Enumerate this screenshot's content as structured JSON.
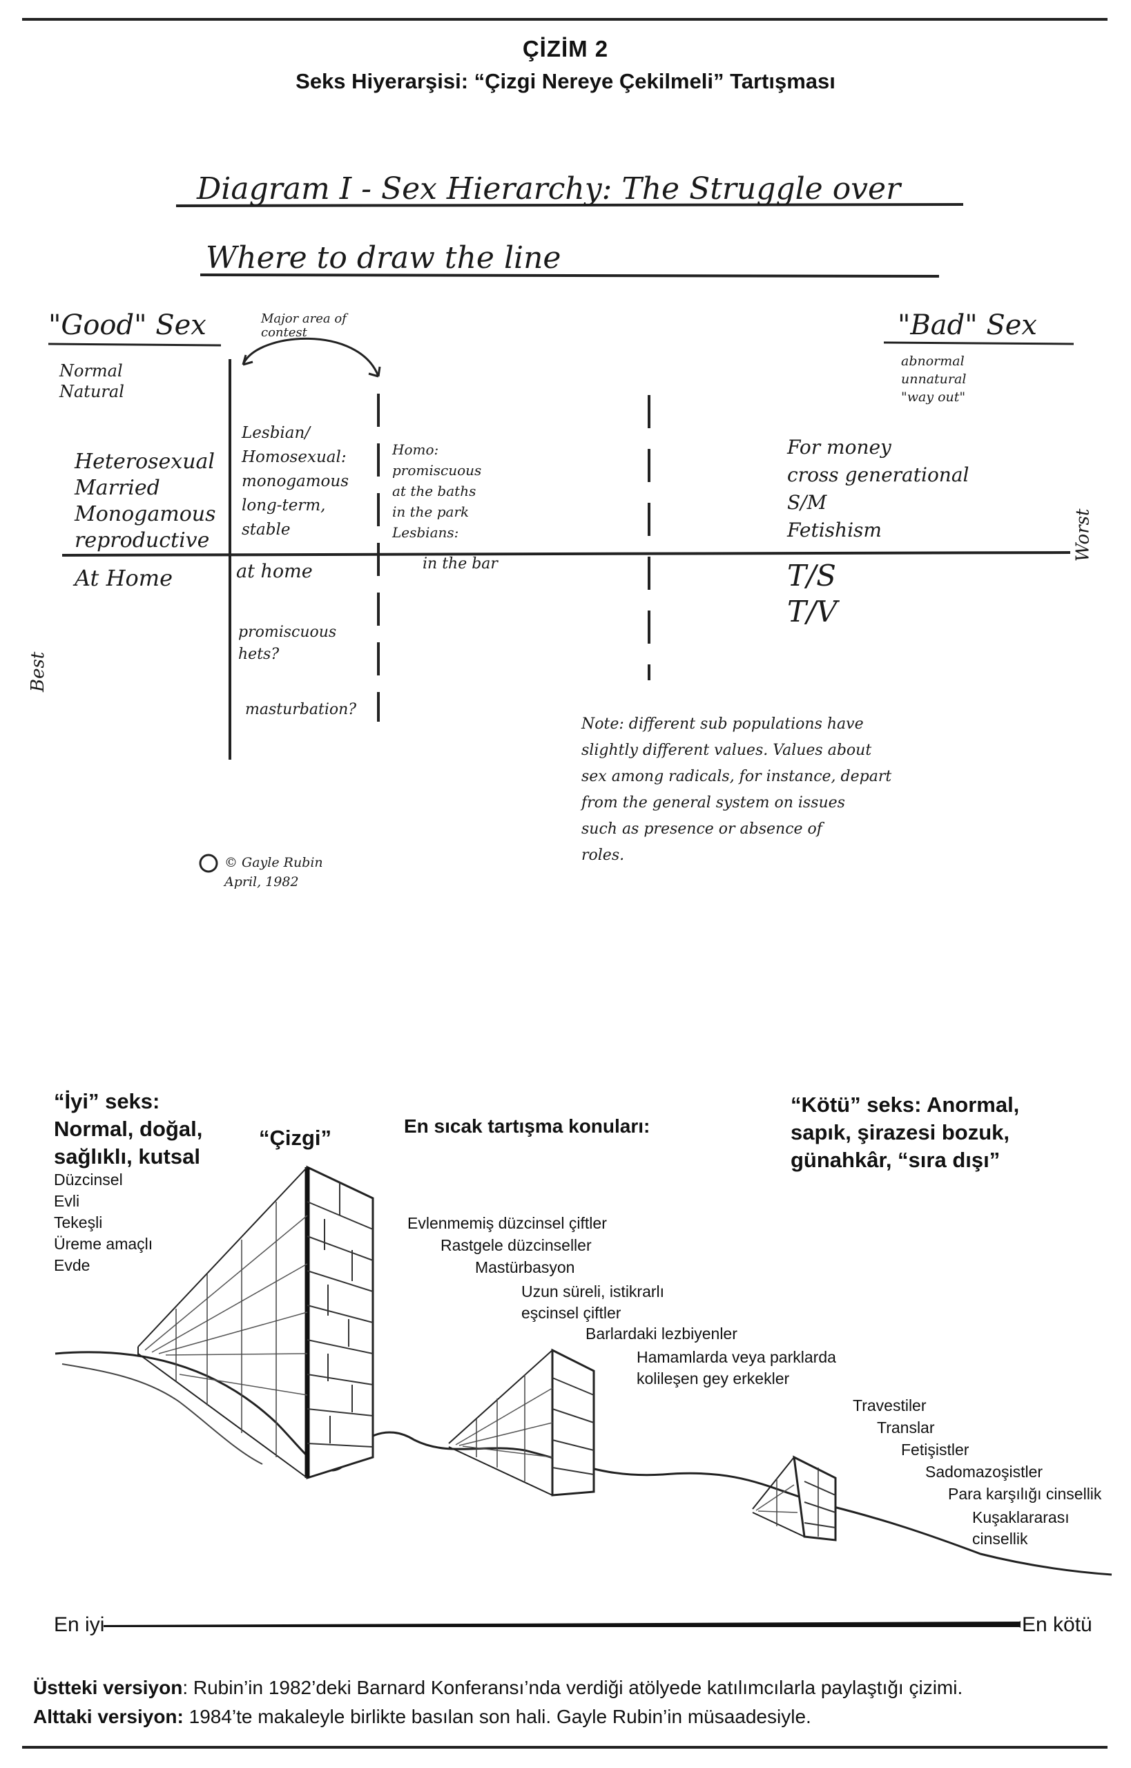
{
  "figure": {
    "number": "ÇİZİM 2",
    "title": "Seks Hiyerarşisi: “Çizgi Nereye Çekilmeli” Tartışması"
  },
  "sketch": {
    "title_line1": "Diagram I - Sex Hierarchy: The Struggle over",
    "title_line2": "Where to draw the line",
    "good_sex": "\"Good\" Sex",
    "good_sub": "Normal\nNatural",
    "main_area": "Major area of\ncontest",
    "bad_sex": "\"Bad\" Sex",
    "bad_sub": "abnormal\nunnatural\n\"way out\"",
    "col1": "Heterosexual\nMarried\nMonogamous\nreproductive",
    "col1_below": "At Home",
    "col2": "Lesbian/\nHomosexual:\nmonogamous\nlong-term,\nstable",
    "col2_below": "at home",
    "col2_promisc": "promiscuous\nhets?",
    "col2_mast": "masturbation?",
    "col3": "Homo:\npromiscuous\nat the baths\nin the park\nLesbians:",
    "col3_below": "in the bar",
    "col4": "For money\ncross generational\nS/M\nFetishism",
    "col4_below": "T/S\nT/V",
    "best": "Best",
    "worst": "Worst",
    "note": "Note: different sub populations have\nslightly different values. Values about\nsex among radicals, for instance, depart\nfrom the general system on issues\nsuch as presence or absence of\nroles.",
    "copyright": "© Gayle Rubin\nApril, 1982"
  },
  "printed": {
    "good_title": "“İyi” seks:\nNormal, doğal,\nsağlıklı, kutsal",
    "good_items": "Düzcinsel\nEvli\nTekeşli\nÜreme amaçlı\nEvde",
    "line_label": "“Çizgi”",
    "contest_title": "En sıcak tartışma konuları:",
    "contest_items": [
      "Evlenmemiş düzcinsel çiftler",
      "Rastgele düzcinseller",
      "Mastürbasyon",
      "Uzun süreli, istikrarlı\neşcinsel çiftler",
      "Barlardaki lezbiyenler",
      "Hamamlarda veya parklarda\nkolileşen gey erkekler"
    ],
    "bad_title": "“Kötü” seks: Anormal,\nsapık, şirazesi bozuk,\ngünahkâr, “sıra dışı”",
    "bad_items": [
      "Travestiler",
      "Translar",
      "Fetişistler",
      "Sadomazoşistler",
      "Para karşılığı cinsellik",
      "Kuşaklararası\ncinsellik"
    ],
    "axis_best": "En iyi",
    "axis_worst": "En kötü"
  },
  "caption": {
    "top_label": "Üstteki versiyon",
    "top_text": ": Rubin’in 1982’deki Barnard Konferansı’nda verdiği atölyede katılımcılarla paylaştığı çizimi.",
    "bottom_label": "Alttaki versiyon:",
    "bottom_text": " 1984’te makaleyle birlikte basılan son hali. Gayle Rubin’in müsaadesiyle."
  }
}
